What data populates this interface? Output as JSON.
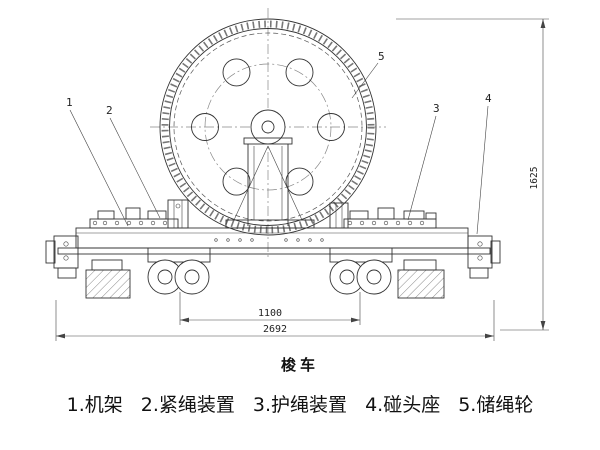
{
  "drawing": {
    "title": "梭车",
    "dimensions": {
      "width_inner": "1100",
      "width_overall": "2692",
      "height_overall": "1625"
    },
    "callouts": [
      {
        "num": "1"
      },
      {
        "num": "2"
      },
      {
        "num": "3"
      },
      {
        "num": "4"
      },
      {
        "num": "5"
      }
    ],
    "legend": [
      {
        "text": "1.机架"
      },
      {
        "text": "2.紧绳装置"
      },
      {
        "text": "3.护绳装置"
      },
      {
        "text": "4.碰头座"
      },
      {
        "text": "5.储绳轮"
      }
    ]
  }
}
